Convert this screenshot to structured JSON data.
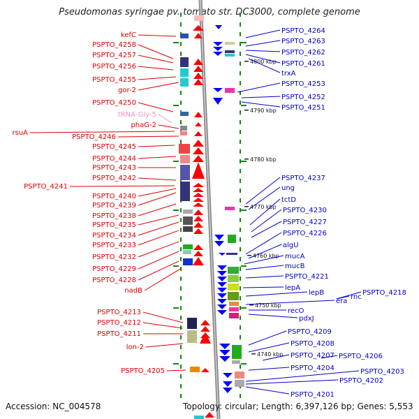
{
  "title": "Pseudomonas syringae pv. tomato str. DC3000, complete genome",
  "footer": {
    "accession": "Accession: NC_004578",
    "topology": "Topology: circular; Length: 6,397,126 bp; Genes: 5,553"
  },
  "colors": {
    "left_label": "#dd0000",
    "right_label": "#0000cc",
    "trna_label": "#f090c0",
    "backbone": "#999999",
    "tick": "#118811",
    "plus_arrow": "#ff0000",
    "minus_arrow": "#0000ff"
  },
  "scale_labels": [
    "4800 kbp",
    "4790 kbp",
    "4780 kbp",
    "4770 kbp",
    "4760 kbp",
    "4750 kbp",
    "4740 kbp"
  ],
  "left_genes": [
    "kefC",
    "PSPTO_4258",
    "PSPTO_4257",
    "PSPTO_4256",
    "PSPTO_4255",
    "gor-2",
    "PSPTO_4250",
    "tRNA-Gly-5",
    "phaG-2",
    "rsuA",
    "PSPTO_4246",
    "PSPTO_4245",
    "PSPTO_4244",
    "PSPTO_4243",
    "PSPTO_4242",
    "PSPTO_4241",
    "PSPTO_4240",
    "PSPTO_4239",
    "PSPTO_4238",
    "PSPTO_4235",
    "PSPTO_4234",
    "PSPTO_4233",
    "PSPTO_4232",
    "PSPTO_4229",
    "PSPTO_4228",
    "nadB",
    "PSPTO_4213",
    "PSPTO_4212",
    "PSPTO_4211",
    "lon-2",
    "PSPTO_4205"
  ],
  "right_genes": [
    "PSPTO_4264",
    "PSPTO_4263",
    "PSPTO_4262",
    "PSPTO_4261",
    "trxA",
    "PSPTO_4253",
    "PSPTO_4252",
    "PSPTO_4251",
    "PSPTO_4237",
    "ung",
    "tctD",
    "PSPTO_4230",
    "PSPTO_4227",
    "PSPTO_4226",
    "algU",
    "mucA",
    "mucB",
    "PSPTO_4221",
    "lepA",
    "lepB",
    "rnc",
    "PSPTO_4218",
    "era",
    "recO",
    "pdxJ",
    "PSPTO_4209",
    "PSPTO_4208",
    "PSPTO_4207",
    "PSPTO_4206",
    "PSPTO_4204",
    "PSPTO_4203",
    "PSPTO_4202",
    "PSPTO_4201"
  ]
}
